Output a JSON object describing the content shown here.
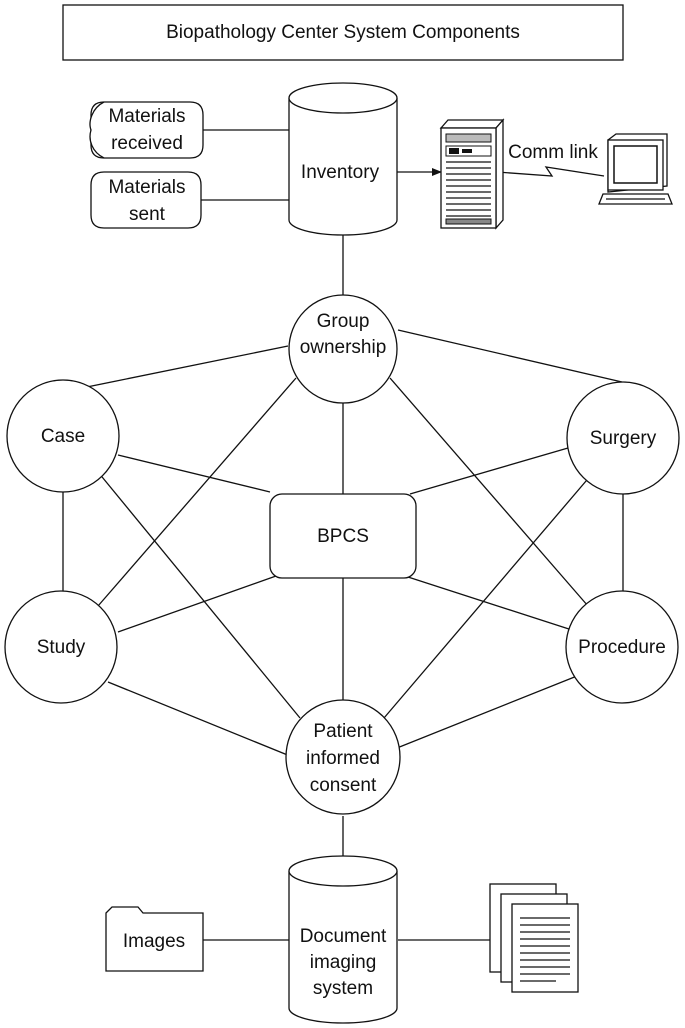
{
  "title": "Biopathology Center System Components",
  "inventory": {
    "label": "Inventory"
  },
  "materials_received": {
    "line1": "Materials",
    "line2": "received"
  },
  "materials_sent": {
    "line1": "Materials",
    "line2": "sent"
  },
  "comm_link": {
    "label": "Comm link"
  },
  "group_ownership": {
    "line1": "Group",
    "line2": "ownership"
  },
  "case": {
    "label": "Case"
  },
  "surgery": {
    "label": "Surgery"
  },
  "bpcs": {
    "label": "BPCS"
  },
  "study": {
    "label": "Study"
  },
  "procedure": {
    "label": "Procedure"
  },
  "patient_consent": {
    "line1": "Patient",
    "line2": "informed",
    "line3": "consent"
  },
  "document_imaging": {
    "line1": "Document",
    "line2": "imaging",
    "line3": "system"
  },
  "images": {
    "label": "Images"
  },
  "icons": [
    "server-icon",
    "computer-icon",
    "folder-icon",
    "documents-stack-icon"
  ]
}
